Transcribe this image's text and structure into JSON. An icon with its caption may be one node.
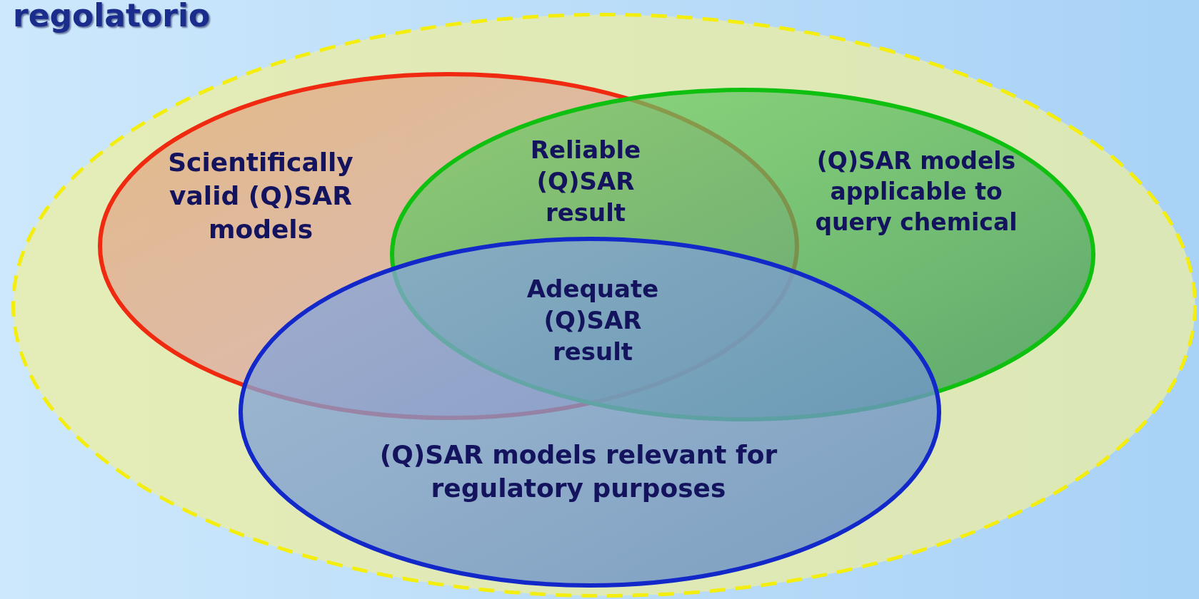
{
  "diagram": {
    "title": "regolatorio",
    "nodes": [
      {
        "text": [],
        "shape": "ellipse"
      },
      {
        "text": [
          "Scientifically valid (Q)SAR models"
        ],
        "in": 0
      },
      {
        "text": [
          "(Q)SAR models applicable to query chemical"
        ],
        "in": 0
      },
      {
        "text": [
          "(Q)SAR models relevant for regulatory purposes"
        ],
        "in": 0
      }
    ],
    "edges": [],
    "labels": [
      "Reliable (Q)SAR result",
      "Adequate (Q)SAR result"
    ]
  }
}
